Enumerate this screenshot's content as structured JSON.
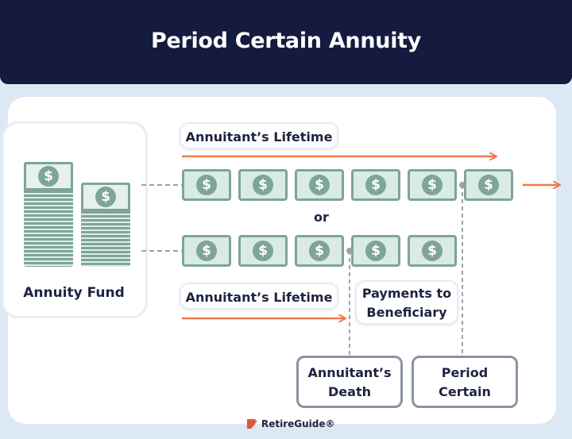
{
  "header": {
    "title": "Period Certain Annuity"
  },
  "fund": {
    "label": "Annuity Fund",
    "icon": "dollar-icon"
  },
  "top_row": {
    "lifetime_label": "Annuitant’s Lifetime",
    "bill_count": 6
  },
  "separator": {
    "text": "or"
  },
  "bottom_row": {
    "lifetime_label": "Annuitant’s Lifetime",
    "beneficiary_label_line1": "Payments to",
    "beneficiary_label_line2": "Beneficiary",
    "bill_count": 5
  },
  "markers": {
    "death_line1": "Annuitant’s",
    "death_line2": "Death",
    "period_line1": "Period",
    "period_line2": "Certain"
  },
  "logo": {
    "text": "RetireGuide®"
  },
  "colors": {
    "header_bg": "#141b3f",
    "arrow": "#f07a4a",
    "bill_green": "#7ea597",
    "bill_fill": "#d9ebe2",
    "text_dark": "#1d2340"
  }
}
